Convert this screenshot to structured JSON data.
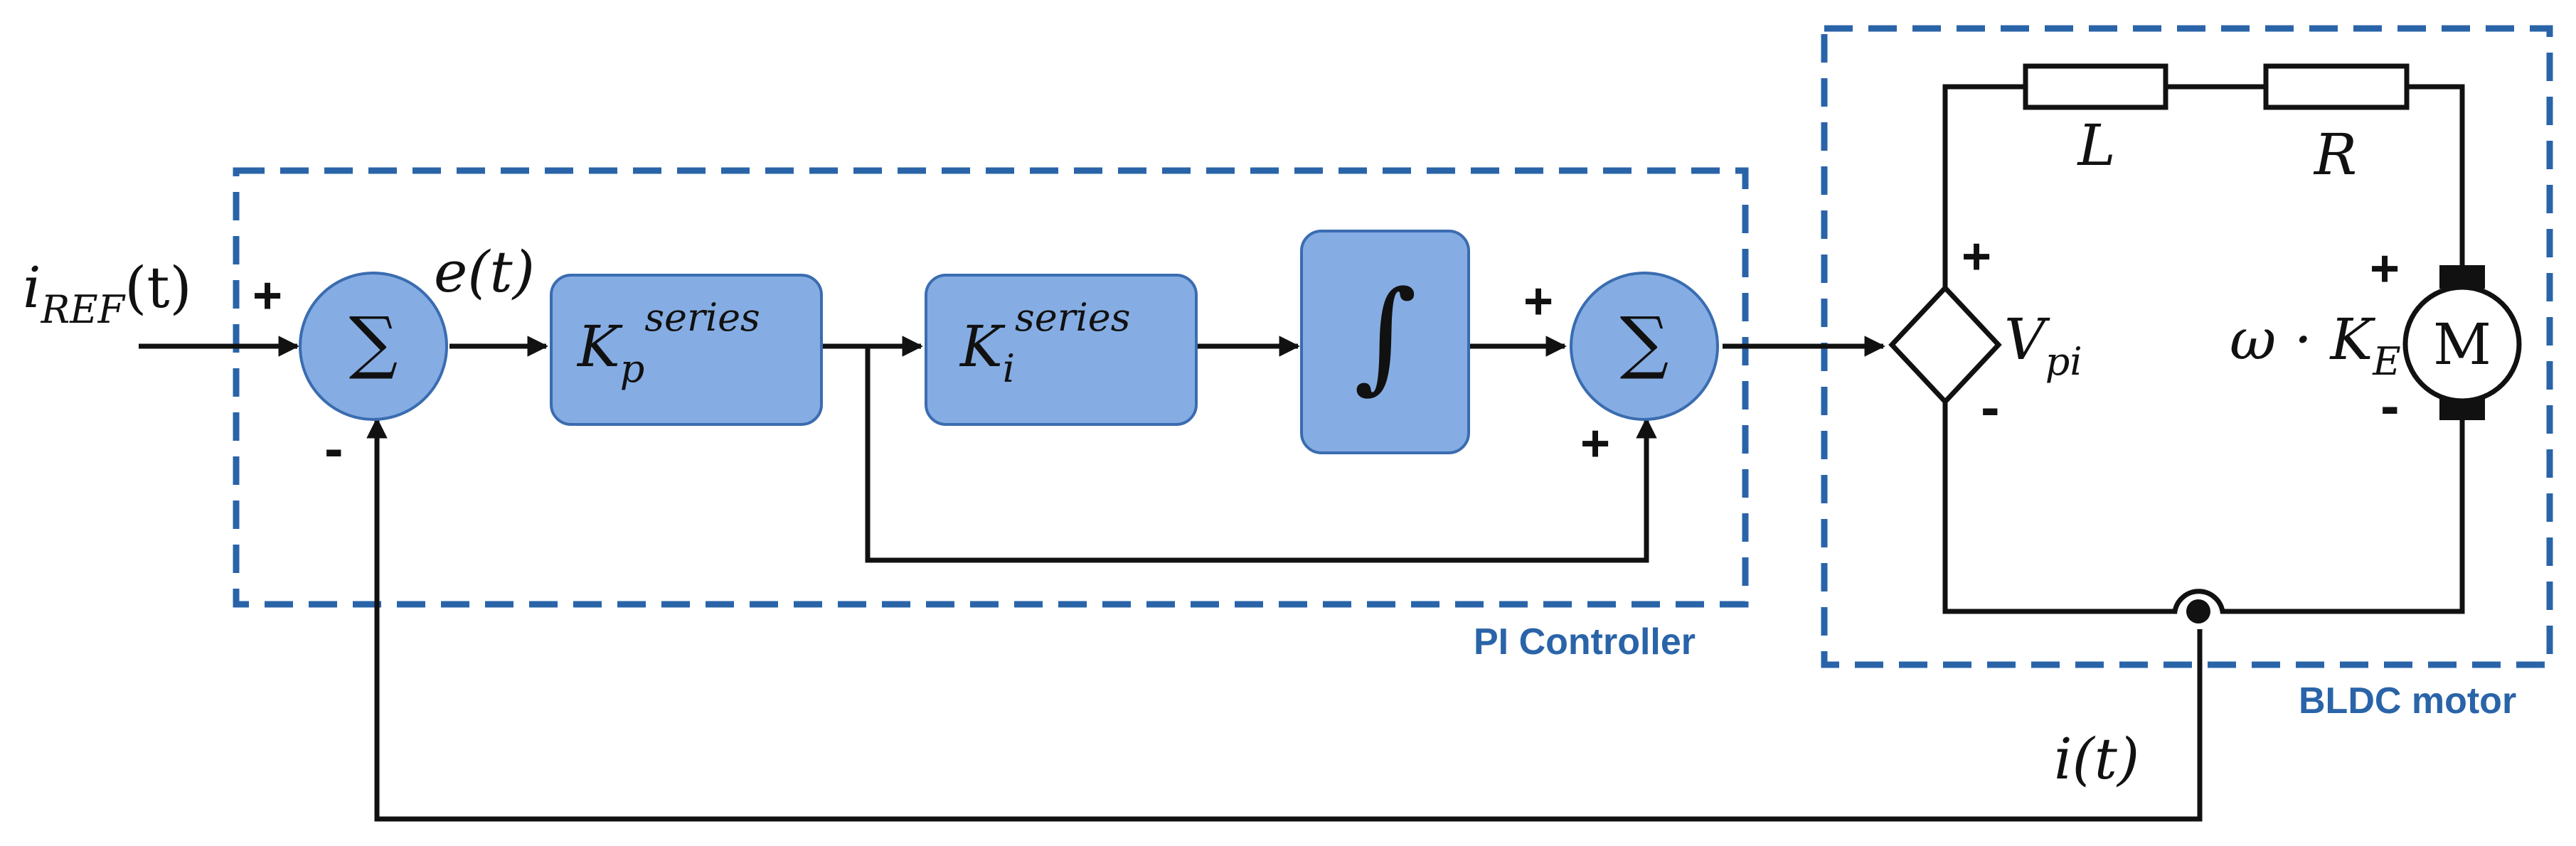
{
  "colors": {
    "block_fill": "#85ade3",
    "block_stroke": "#3a6cb0",
    "frame": "#2a64a8",
    "frame_label": "#2a64a8",
    "wire": "#111111"
  },
  "labels": {
    "input_signal": "i",
    "input_subscript": "REF",
    "input_arg": "(t)",
    "error_signal": "e(t)",
    "sum_symbol": "∑",
    "integrator_symbol": "∫",
    "kp_base": "K",
    "kp_sub": "p",
    "kp_sup": "series",
    "ki_base": "K",
    "ki_sub": "i",
    "ki_sup": "series",
    "vpi_base": "V",
    "vpi_sub": "pi",
    "inductor": "L",
    "resistor": "R",
    "emf_prefix": "ω · K",
    "emf_sub": "E",
    "motor_symbol": "M",
    "feedback_signal": "i(t)",
    "plus": "+",
    "minus": "-"
  },
  "frames": {
    "pi_controller": "PI Controller",
    "bldc_motor": "BLDC motor"
  }
}
